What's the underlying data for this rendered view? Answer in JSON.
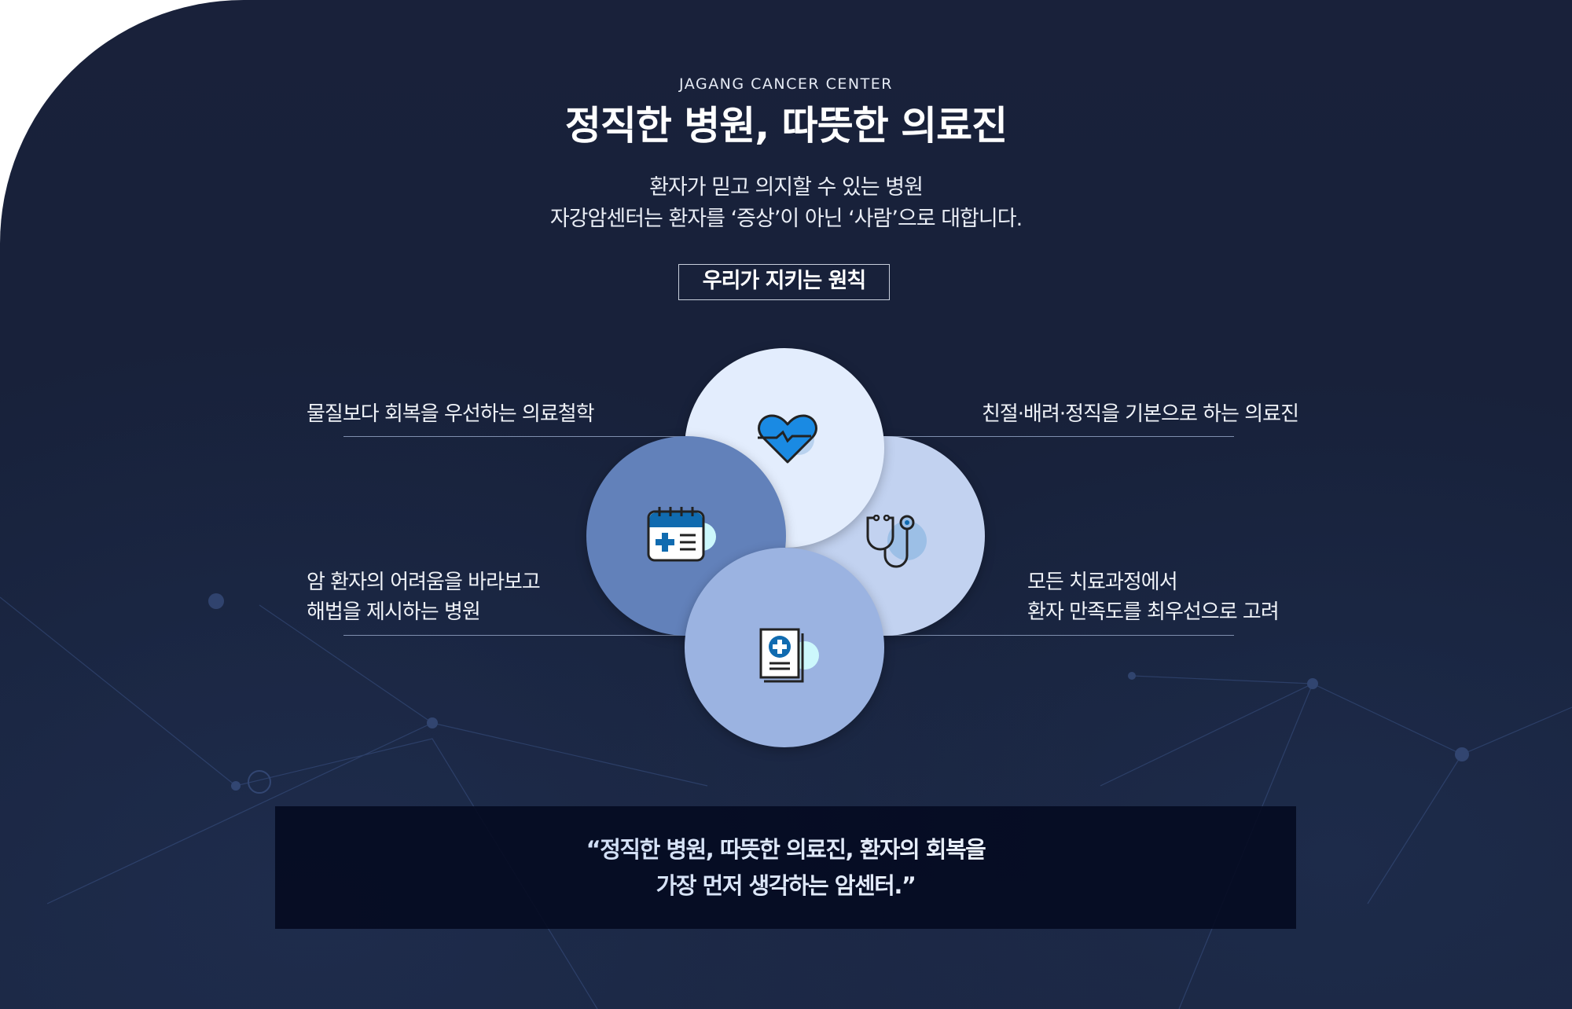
{
  "header": {
    "eyebrow": "JAGANG CANCER CENTER",
    "title": "정직한 병원, 따뜻한 의료진",
    "subtitle_line1": "환자가 믿고 의지할 수 있는 병원",
    "subtitle_line2": "자강암센터는 환자를 ‘증상’이 아닌 ‘사람’으로 대합니다.",
    "principles_button": "우리가 지키는 원칙"
  },
  "principles": {
    "top_left": "물질보다 회복을 우선하는 의료철학",
    "top_right": "친절·배려·정직을 기본으로 하는 의료진",
    "bottom_left_line1": "암 환자의 어려움을 바라보고",
    "bottom_left_line2": "해법을 제시하는 병원",
    "bottom_right_line1": "모든 치료과정에서",
    "bottom_right_line2": "환자 만족도를 최우선으로 고려"
  },
  "icons": [
    "heart-pulse-icon",
    "calendar-medical-icon",
    "stethoscope-icon",
    "medical-document-icon"
  ],
  "colors": {
    "circle_top": "#e3edfd",
    "circle_left": "#6281ba",
    "circle_right": "#c2d2f0",
    "circle_bottom": "#9bb3e1",
    "accent": "#1a8ae3",
    "background": "#19213a"
  },
  "quote": {
    "line1": "“정직한 병원, 따뜻한 의료진, 환자의 회복을",
    "line2": "가장 먼저 생각하는 암센터.”"
  }
}
